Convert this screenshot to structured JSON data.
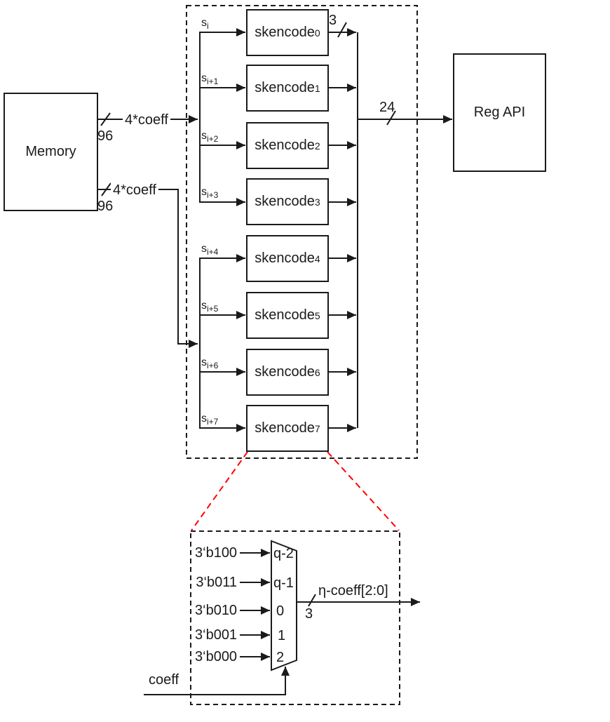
{
  "colors": {
    "wire": "#1a1a1a",
    "zoom_link_red": "#ff0000",
    "background": "#ffffff"
  },
  "memory": {
    "label": "Memory"
  },
  "reg_api": {
    "label": "Reg API"
  },
  "feeds": [
    {
      "label": "4*coeff",
      "width": "96"
    },
    {
      "label": "4*coeff",
      "width": "96"
    }
  ],
  "encoders": {
    "prefix": "skencode",
    "input_prefix": "s",
    "output_width": "3",
    "bus_width": "24",
    "items": [
      {
        "index": "0",
        "input_sub": "i"
      },
      {
        "index": "1",
        "input_sub": "i+1"
      },
      {
        "index": "2",
        "input_sub": "i+2"
      },
      {
        "index": "3",
        "input_sub": "i+3"
      },
      {
        "index": "4",
        "input_sub": "i+4"
      },
      {
        "index": "5",
        "input_sub": "i+5"
      },
      {
        "index": "6",
        "input_sub": "i+6"
      },
      {
        "index": "7",
        "input_sub": "i+7"
      }
    ]
  },
  "mux": {
    "rows": [
      {
        "signal": "3‘b100",
        "port": "q-2"
      },
      {
        "signal": "3‘b011",
        "port": "q-1"
      },
      {
        "signal": "3‘b010",
        "port": "0"
      },
      {
        "signal": "3‘b001",
        "port": "1"
      },
      {
        "signal": "3‘b000",
        "port": "2"
      }
    ],
    "select_label": "coeff",
    "output_label": "η-coeff[2:0]",
    "output_width": "3"
  }
}
